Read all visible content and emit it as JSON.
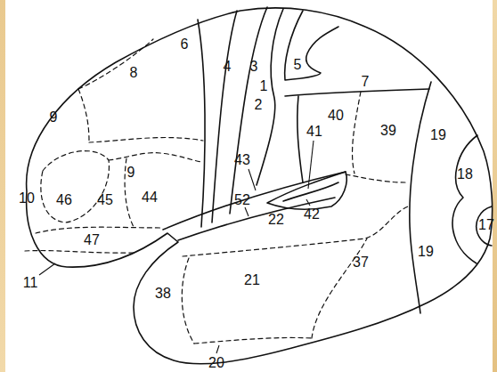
{
  "diagram": {
    "labels": [
      "6",
      "8",
      "4",
      "3",
      "5",
      "1",
      "2",
      "7",
      "9",
      "19",
      "40",
      "39",
      "41",
      "18",
      "9",
      "43",
      "10",
      "46",
      "45",
      "44",
      "17",
      "42",
      "52",
      "22",
      "19",
      "47",
      "37",
      "11",
      "21",
      "38",
      "20"
    ]
  }
}
